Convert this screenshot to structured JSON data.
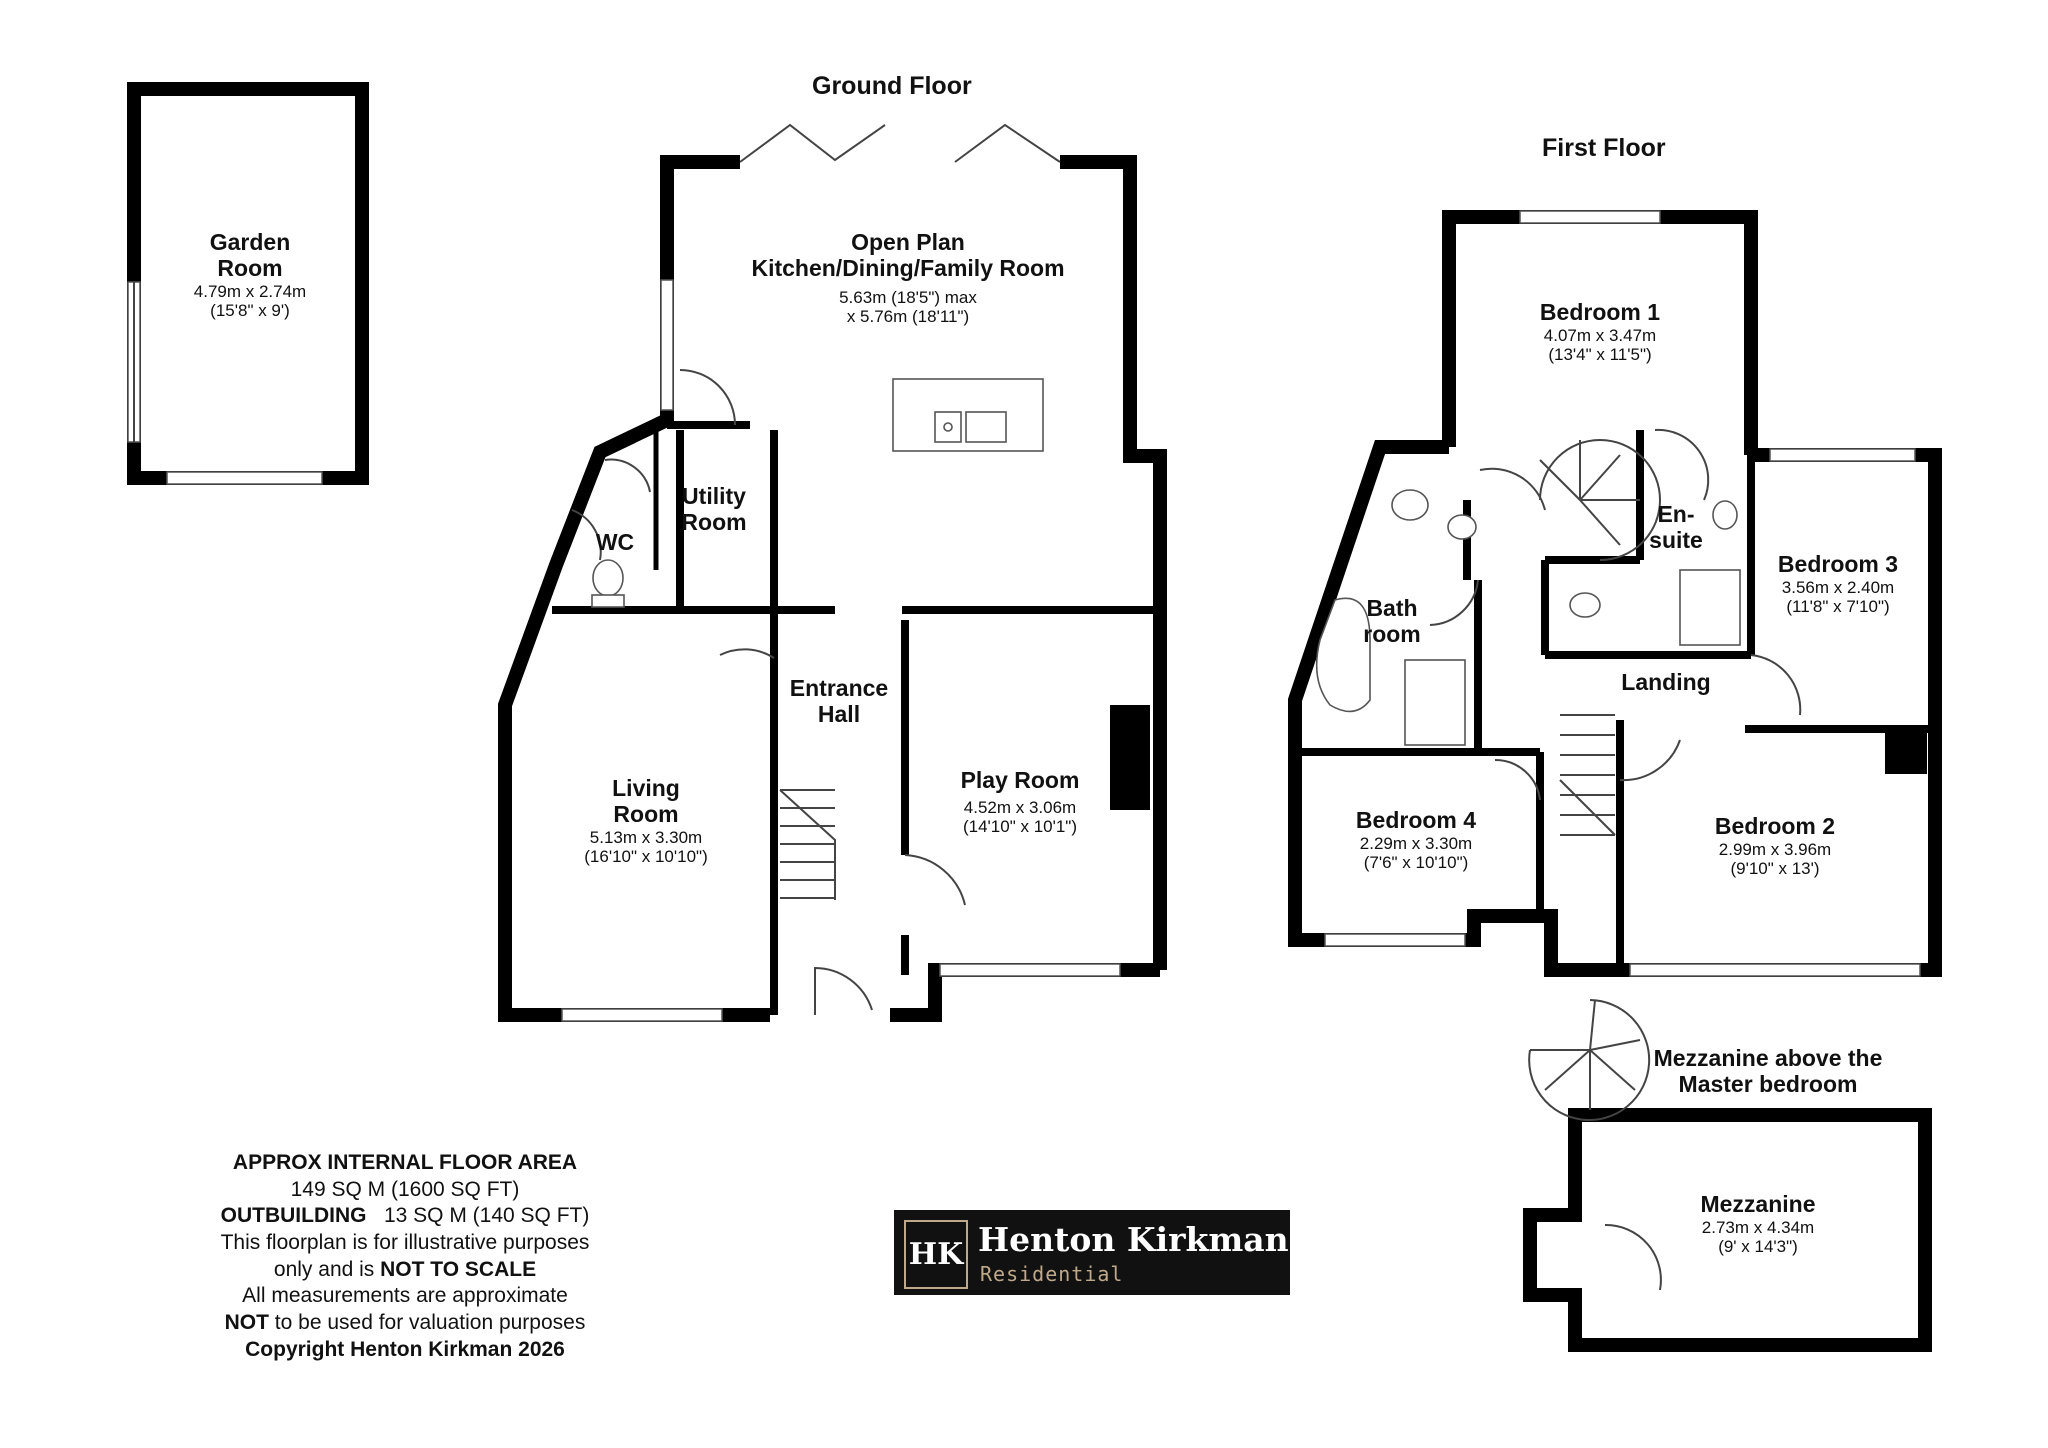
{
  "floors": {
    "ground": "Ground Floor",
    "first": "First Floor",
    "mezz_title": [
      "Mezzanine above the",
      "Master bedroom"
    ]
  },
  "rooms": {
    "garden": {
      "name": [
        "Garden",
        "Room"
      ],
      "metric": "4.79m x 2.74m",
      "imperial": "(15'8\" x 9')"
    },
    "kitchen": {
      "name": [
        "Open Plan",
        "Kitchen/Dining/Family Room"
      ],
      "metric": "5.63m (18'5\") max",
      "imperial": "x 5.76m (18'11\")"
    },
    "utility": {
      "name": [
        "Utility",
        "Room"
      ]
    },
    "wc": {
      "name": "WC"
    },
    "hall": {
      "name": [
        "Entrance",
        "Hall"
      ]
    },
    "living": {
      "name": [
        "Living",
        "Room"
      ],
      "metric": "5.13m x 3.30m",
      "imperial": "(16'10\" x 10'10\")"
    },
    "play": {
      "name": "Play Room",
      "metric": "4.52m x 3.06m",
      "imperial": "(14'10\" x 10'1\")"
    },
    "bed1": {
      "name": "Bedroom 1",
      "metric": "4.07m x 3.47m",
      "imperial": "(13'4\" x 11'5\")"
    },
    "ensuite": {
      "name": [
        "En-",
        "suite"
      ]
    },
    "bed3": {
      "name": "Bedroom 3",
      "metric": "3.56m x 2.40m",
      "imperial": "(11'8\" x 7'10\")"
    },
    "bath": {
      "name": [
        "Bath",
        "room"
      ]
    },
    "landing": {
      "name": "Landing"
    },
    "bed4": {
      "name": "Bedroom 4",
      "metric": "2.29m x 3.30m",
      "imperial": "(7'6\" x 10'10\")"
    },
    "bed2": {
      "name": "Bedroom 2",
      "metric": "2.99m x 3.96m",
      "imperial": "(9'10\" x 13')"
    },
    "mezz": {
      "name": "Mezzanine",
      "metric": "2.73m x 4.34m",
      "imperial": "(9' x 14'3\")"
    }
  },
  "notes": {
    "area_title": "APPROX INTERNAL FLOOR AREA",
    "area_value": "149 SQ M (1600 SQ FT)",
    "out_title": "OUTBUILDING",
    "out_value": "13 SQ M (140 SQ FT)",
    "line1": "This floorplan is for illustrative purposes",
    "line2a": "only and is ",
    "line2b": "NOT TO SCALE",
    "line3": "All measurements are approximate",
    "line4a": "NOT",
    "line4b": " to be used for valuation purposes",
    "copyright": "Copyright Henton Kirkman 2026"
  },
  "logo": {
    "mark": "HK",
    "name": "Henton Kirkman",
    "sub": "Residential"
  }
}
